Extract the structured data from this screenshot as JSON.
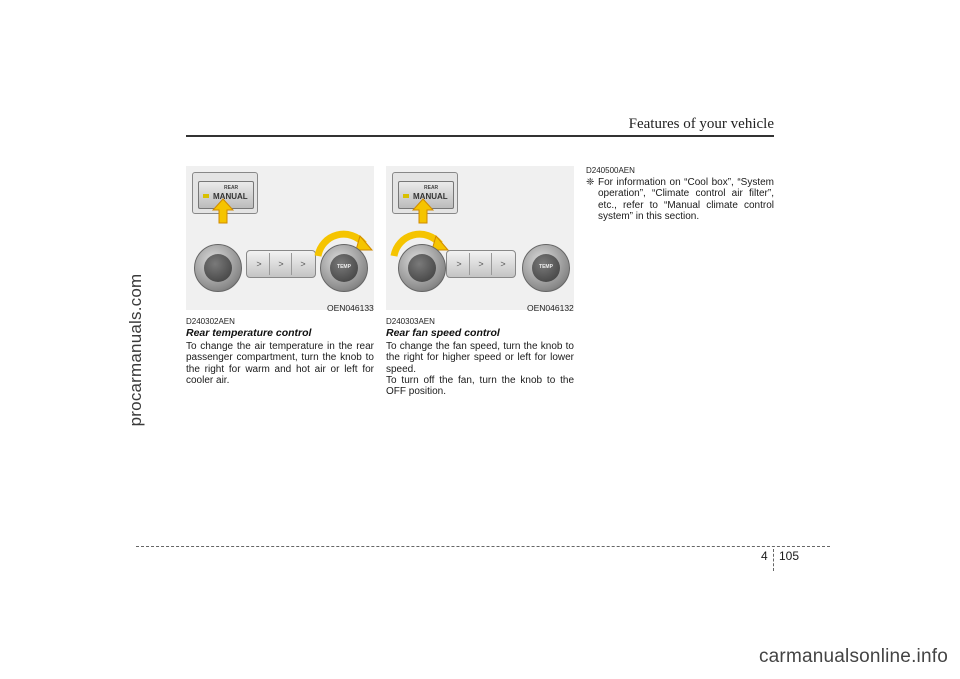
{
  "header": {
    "title": "Features of your vehicle"
  },
  "watermarks": {
    "side": "procarmanuals.com",
    "bottom": "carmanualsonline.info"
  },
  "figures": [
    {
      "code": "OEN046133",
      "button_small": "REAR",
      "button_main": "MANUAL",
      "knob_label": "TEMP",
      "highlighted": "temp-knob"
    },
    {
      "code": "OEN046132",
      "button_small": "REAR",
      "button_main": "MANUAL",
      "knob_label": "TEMP",
      "highlighted": "fan-knob"
    }
  ],
  "sections": {
    "rear_temp": {
      "code": "D240302AEN",
      "title": "Rear temperature control",
      "body": "To change the air temperature in the rear passenger compartment, turn the knob to the right for warm and hot air or left for cooler air."
    },
    "rear_fan": {
      "code": "D240303AEN",
      "title": "Rear fan speed control",
      "body1": "To change the fan speed, turn the knob to the right for higher speed or left for lower speed.",
      "body2": "To turn off the fan, turn the knob to the OFF position."
    },
    "note": {
      "code": "D240500AEN",
      "symbol": "❈",
      "text": "For information on “Cool box”, “System operation”, “Climate control air filter”, etc., refer to “Manual climate control system” in this section."
    }
  },
  "footer": {
    "chapter": "4",
    "page": "105"
  },
  "colors": {
    "arrow_fill": "#f5c400",
    "arrow_stroke": "#d08a00",
    "indicator": "#d8c000"
  }
}
